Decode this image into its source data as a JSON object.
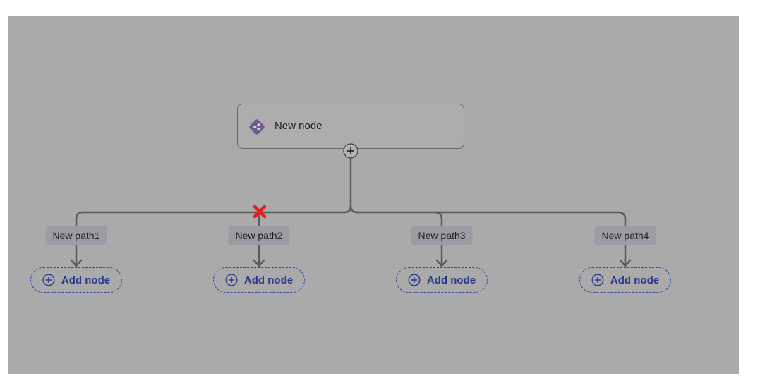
{
  "root_node": {
    "title": "New node",
    "icon": "branch-diamond-icon",
    "icon_color": "#6e5a8c"
  },
  "paths": [
    {
      "label": "New path1",
      "add_label": "Add node"
    },
    {
      "label": "New path2",
      "add_label": "Add node"
    },
    {
      "label": "New path3",
      "add_label": "Add node"
    },
    {
      "label": "New path4",
      "add_label": "Add node"
    }
  ],
  "colors": {
    "canvas": "#aaaaaa",
    "connector": "#555e5c",
    "add_node_accent": "#27378f",
    "delete_marker": "#e02020"
  }
}
